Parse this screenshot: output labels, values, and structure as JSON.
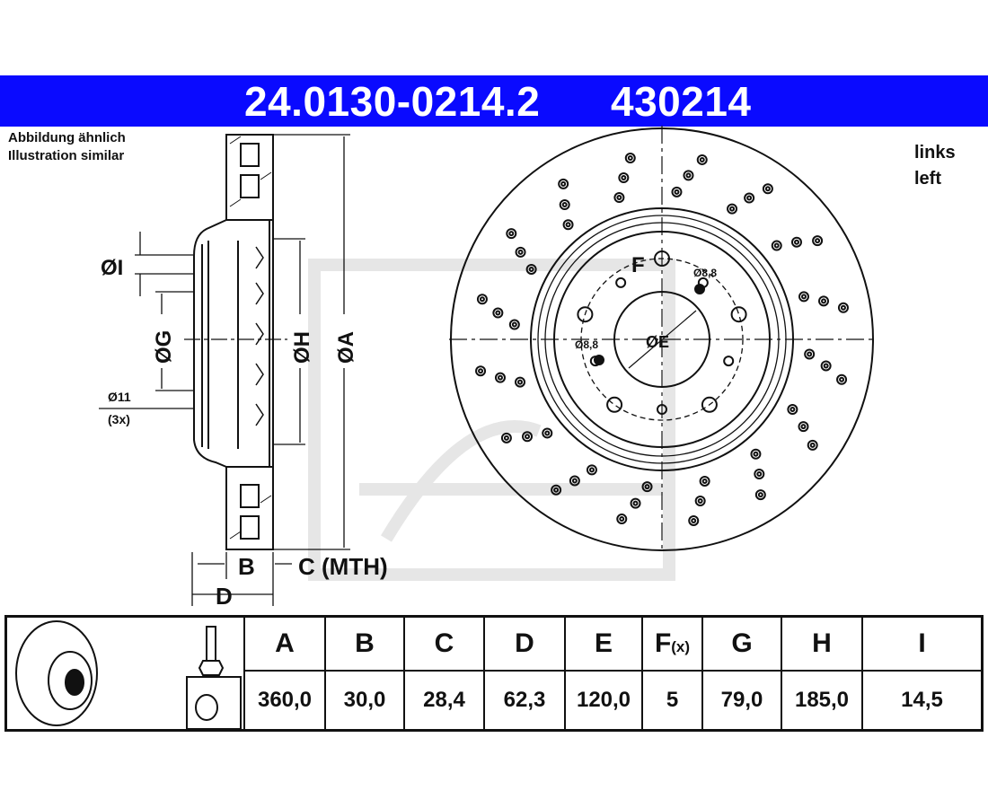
{
  "header": {
    "part_number": "24.0130-0214.2",
    "article_number": "430214"
  },
  "note": {
    "line1": "Abbildung ähnlich",
    "line2": "Illustration similar"
  },
  "side": {
    "line1": "links",
    "line2": "left"
  },
  "drawing_labels": {
    "dim_I": "ØI",
    "dim_G": "ØG",
    "dim_H": "ØH",
    "dim_A": "ØA",
    "hole": "Ø11",
    "hole_count": "(3x)",
    "dim_B": "B",
    "dim_C": "C (MTH)",
    "dim_D": "D",
    "dim_F": "F",
    "dim_E": "ØE",
    "small_hole_1": "Ø8,8",
    "small_hole_2": "Ø8,8"
  },
  "table": {
    "headers": [
      "A",
      "B",
      "C",
      "D",
      "E",
      "F",
      "G",
      "H",
      "I"
    ],
    "f_suffix": "(x)",
    "values": [
      "360,0",
      "30,0",
      "28,4",
      "62,3",
      "120,0",
      "5",
      "79,0",
      "185,0",
      "14,5"
    ]
  },
  "colors": {
    "header_bg": "#0a0aff",
    "ink": "#111111",
    "watermark": "#e6e6e6"
  }
}
